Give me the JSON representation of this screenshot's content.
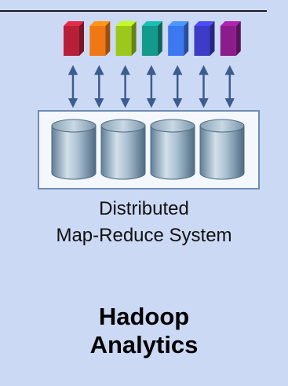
{
  "caption": {
    "line1": "Distributed",
    "line2": "Map-Reduce System"
  },
  "title": {
    "line1": "Hadoop",
    "line2": "Analytics"
  },
  "colors": {
    "background": "#ccd9f4",
    "blocks": [
      "#b8203a",
      "#f07814",
      "#9cc81c",
      "#149a8c",
      "#3c78f0",
      "#3c3cc8",
      "#8c1c8c"
    ],
    "arrow": "#3c5c90",
    "cylinder": "#9cb4c8"
  }
}
